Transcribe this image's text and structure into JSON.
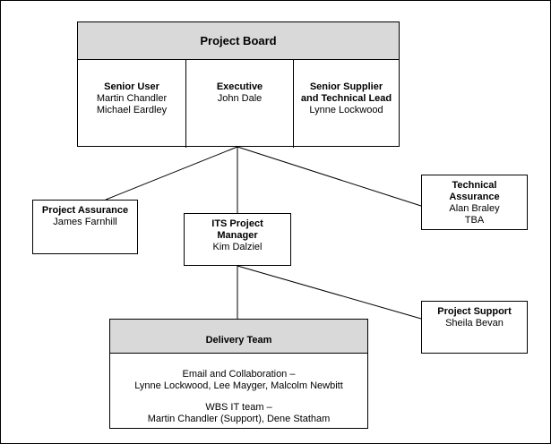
{
  "project_board": {
    "title": "Project Board",
    "senior_user": {
      "title": "Senior User",
      "names": [
        "Martin Chandler",
        "Michael Eardley"
      ]
    },
    "executive": {
      "title": "Executive",
      "names": [
        "John Dale"
      ]
    },
    "senior_supplier": {
      "title_line1": "Senior Supplier",
      "title_line2": "and Technical Lead",
      "names": [
        "Lynne Lockwood"
      ]
    }
  },
  "project_assurance": {
    "title": "Project Assurance",
    "names": [
      "James Farnhill"
    ]
  },
  "technical_assurance": {
    "title_line1": "Technical",
    "title_line2": "Assurance",
    "names": [
      "Alan Braley",
      "TBA"
    ]
  },
  "project_manager": {
    "title_line1": "ITS Project",
    "title_line2": "Manager",
    "names": [
      "Kim Dalziel"
    ]
  },
  "project_support": {
    "title": "Project Support",
    "names": [
      "Sheila Bevan"
    ]
  },
  "delivery_team": {
    "title": "Delivery Team",
    "groups": [
      {
        "label": "Email  and Collaboration –",
        "members": "Lynne Lockwood, Lee Mayger, Malcolm Newbitt"
      },
      {
        "label": "WBS IT team –",
        "members": "Martin Chandler (Support), Dene Statham"
      }
    ]
  }
}
